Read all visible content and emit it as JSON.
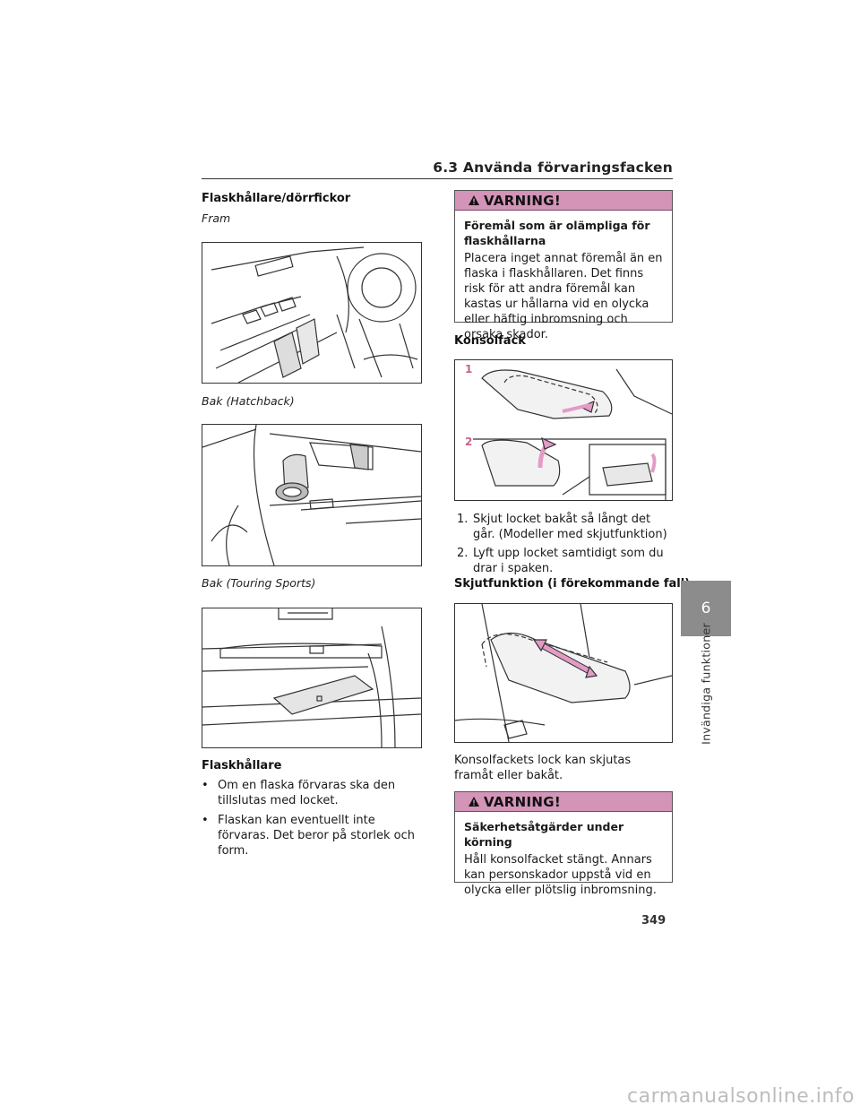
{
  "header": {
    "section_title": "6.3 Använda förvaringsfacken"
  },
  "left": {
    "heading": "Flaskhållare/dörrfickor",
    "fig1_caption": "Fram",
    "fig2_caption": "Bak (Hatchback)",
    "fig3_caption": "Bak (Touring Sports)",
    "bottle_heading": "Flaskhållare",
    "bullets": [
      {
        "marker": "•",
        "text": "Om en flaska förvaras ska den tillslutas med locket."
      },
      {
        "marker": "•",
        "text": "Flaskan kan eventuellt inte förvaras. Det beror på storlek och form."
      }
    ]
  },
  "right": {
    "warning1": {
      "title": "VARNING!",
      "subtitle": "Föremål som är olämpliga för flaskhållarna",
      "text": "Placera inget annat föremål än en flaska i flaskhållaren. Det finns risk för att andra föremål kan kastas ur hållarna vid en olycka eller häftig inbromsning och orsaka skador."
    },
    "console_heading": "Konsolfack",
    "figure_labels": [
      "1",
      "2"
    ],
    "steps": [
      {
        "num": "1.",
        "text": "Skjut locket bakåt så långt det går. (Modeller med skjutfunktion)"
      },
      {
        "num": "2.",
        "text": "Lyft upp locket samtidigt som du drar i spaken."
      }
    ],
    "slide_heading": "Skjutfunktion (i förekommande fall)",
    "slide_text": "Konsolfackets lock kan skjutas framåt eller bakåt.",
    "warning2": {
      "title": "VARNING!",
      "subtitle": "Säkerhetsåtgärder under körning",
      "text": "Håll konsolfacket stängt. Annars kan personskador uppstå vid en olycka eller plötslig inbromsning."
    }
  },
  "side_tab": {
    "number": "6",
    "label": "Invändiga funktioner"
  },
  "page_number": "349",
  "watermark": "carmanualsonline.info",
  "colors": {
    "warning_header": "#d394b8",
    "arrow_fill": "#e39bc6",
    "tab_grey": "#8c8c8c"
  }
}
